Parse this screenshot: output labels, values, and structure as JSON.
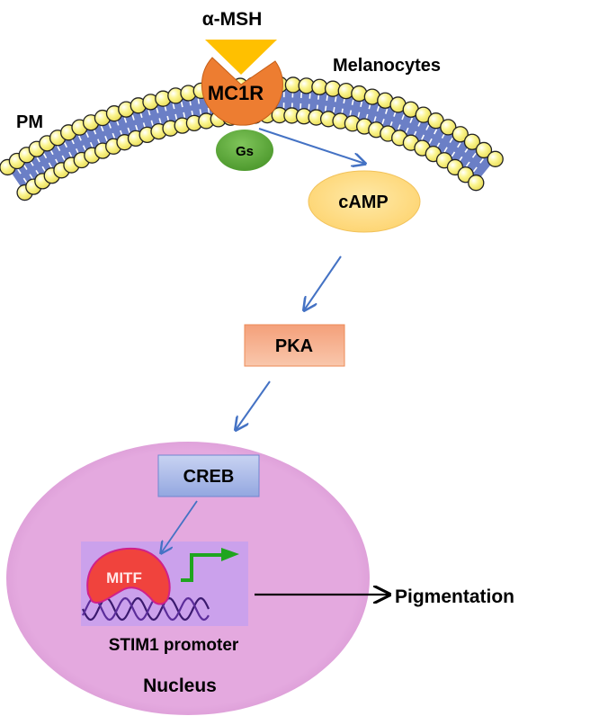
{
  "diagram": {
    "title": "α-MSH / MC1R signaling to STIM1 promoter in melanocytes",
    "labels": {
      "ligand": "α-MSH",
      "receptor": "MC1R",
      "g_protein": "Gs",
      "cell_type": "Melanocytes",
      "plasma_membrane": "PM",
      "second_messenger": "cAMP",
      "kinase": "PKA",
      "transcription_factor_upstream": "CREB",
      "transcription_factor": "MITF",
      "promoter": "STIM1 promoter",
      "compartment": "Nucleus",
      "outcome": "Pigmentation"
    },
    "nodes": [
      {
        "id": "amsh",
        "label": "α-MSH",
        "shape": "triangle"
      },
      {
        "id": "mc1r",
        "label": "MC1R",
        "shape": "pacman-circle"
      },
      {
        "id": "gs",
        "label": "Gs",
        "shape": "ellipse"
      },
      {
        "id": "camp",
        "label": "cAMP",
        "shape": "ellipse"
      },
      {
        "id": "pka",
        "label": "PKA",
        "shape": "rectangle"
      },
      {
        "id": "creb",
        "label": "CREB",
        "shape": "rectangle"
      },
      {
        "id": "mitf",
        "label": "MITF",
        "shape": "blob"
      },
      {
        "id": "stim1",
        "label": "STIM1 promoter",
        "shape": "image"
      },
      {
        "id": "pigmentation",
        "label": "Pigmentation",
        "shape": "text"
      }
    ],
    "edges": [
      {
        "from": "gs",
        "to": "camp"
      },
      {
        "from": "camp",
        "to": "pka"
      },
      {
        "from": "pka",
        "to": "creb"
      },
      {
        "from": "creb",
        "to": "mitf"
      },
      {
        "from": "stim1",
        "to": "pigmentation"
      }
    ],
    "colors": {
      "ligand": "#FFC000",
      "receptor": "#ED7D31",
      "g_protein": "#70AD47",
      "camp_fill": "#FFE08A",
      "pka_fill": "#F7B08C",
      "creb_fill": "#A4B5E4",
      "nucleus_fill": "#E4A9DF",
      "promoter_bg": "#C9A0EC",
      "mitf_fill": "#F0433D",
      "arrow_blue": "#4472C4",
      "membrane_band": "#6B7FC6",
      "lipid_head": "#FBF590",
      "tss_arrow": "#1FA51F",
      "dna_strand": "#3A1A6E"
    }
  }
}
